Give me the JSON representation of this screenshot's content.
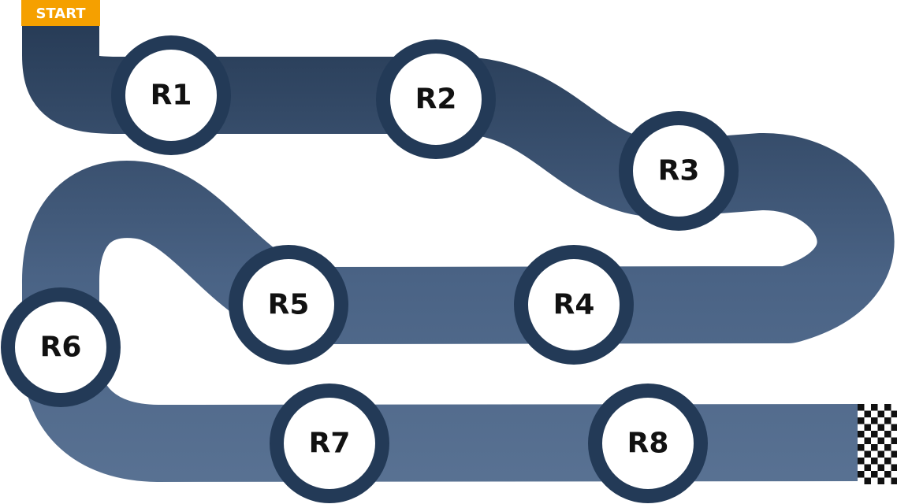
{
  "start": {
    "label": "START",
    "color": "#F5A000"
  },
  "colors": {
    "track_top": "#243852",
    "track_bottom": "#5A7394",
    "node_ring": "#233A57",
    "node_fill": "#FFFFFF",
    "label": "#111111",
    "flag_dark": "#111111",
    "flag_light": "#FFFFFF"
  },
  "rounds": [
    {
      "id": "r1",
      "label": "R1"
    },
    {
      "id": "r2",
      "label": "R2"
    },
    {
      "id": "r3",
      "label": "R3"
    },
    {
      "id": "r4",
      "label": "R4"
    },
    {
      "id": "r5",
      "label": "R5"
    },
    {
      "id": "r6",
      "label": "R6"
    },
    {
      "id": "r7",
      "label": "R7"
    },
    {
      "id": "r8",
      "label": "R8"
    }
  ],
  "finish": {
    "icon": "checkered-flag-icon"
  }
}
